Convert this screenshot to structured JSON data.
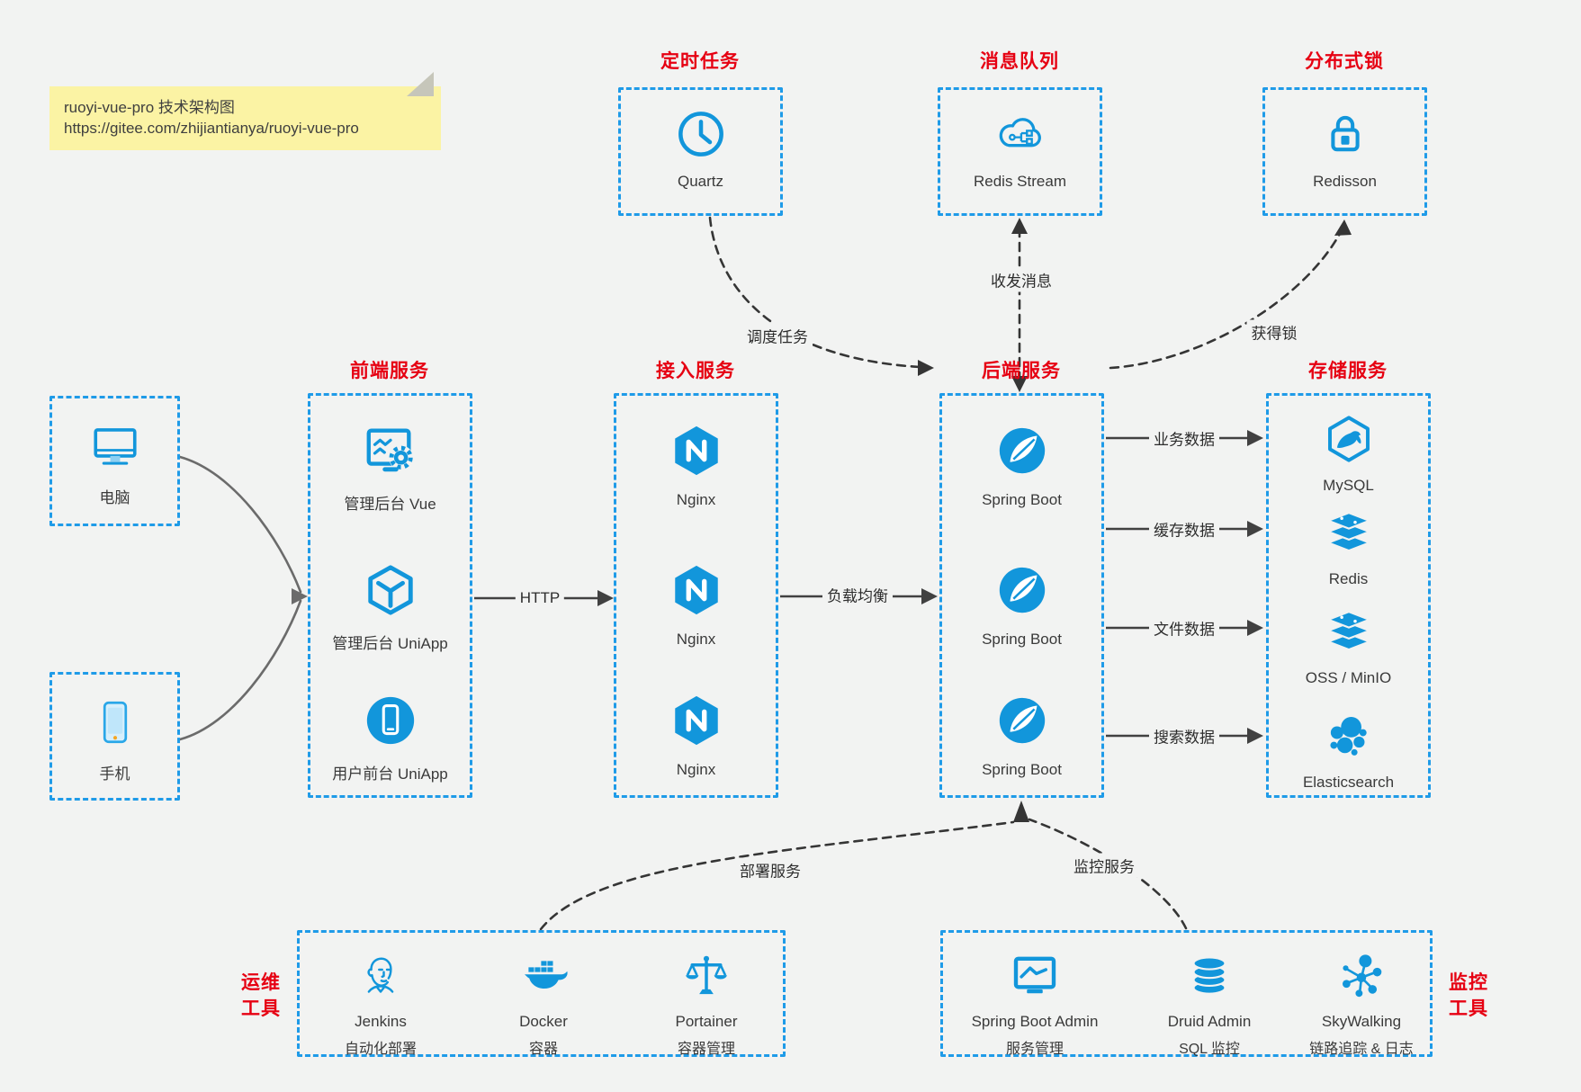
{
  "sticky_note": {
    "title": "ruoyi-vue-pro 技术架构图",
    "url": "https://gitee.com/zhijiantianya/ruoyi-vue-pro"
  },
  "colors": {
    "icon_blue": "#1296db",
    "border_blue": "#1f9be8",
    "title_red": "#e60012",
    "background": "#f2f3f2",
    "arrow_dark": "#3c3c3c",
    "client_line_gray": "#6b6b6b",
    "note_yellow": "#fbf3a4"
  },
  "top_services": [
    {
      "title": "定时任务",
      "label": "Quartz",
      "icon": "clock-icon"
    },
    {
      "title": "消息队列",
      "label": "Redis Stream",
      "icon": "cloud-stream-icon"
    },
    {
      "title": "分布式锁",
      "label": "Redisson",
      "icon": "lock-icon"
    }
  ],
  "clients": [
    {
      "label": "电脑",
      "icon": "desktop-icon"
    },
    {
      "label": "手机",
      "icon": "mobile-icon"
    }
  ],
  "service_columns": [
    {
      "title": "前端服务",
      "items": [
        {
          "label": "管理后台 Vue",
          "icon": "admin-vue-icon"
        },
        {
          "label": "管理后台 UniApp",
          "icon": "uniapp-icon"
        },
        {
          "label": "用户前台 UniApp",
          "icon": "user-app-icon"
        }
      ]
    },
    {
      "title": "接入服务",
      "items": [
        {
          "label": "Nginx",
          "icon": "nginx-icon"
        },
        {
          "label": "Nginx",
          "icon": "nginx-icon"
        },
        {
          "label": "Nginx",
          "icon": "nginx-icon"
        }
      ]
    },
    {
      "title": "后端服务",
      "items": [
        {
          "label": "Spring Boot",
          "icon": "spring-icon"
        },
        {
          "label": "Spring Boot",
          "icon": "spring-icon"
        },
        {
          "label": "Spring Boot",
          "icon": "spring-icon"
        }
      ]
    },
    {
      "title": "存储服务",
      "items": [
        {
          "label": "MySQL",
          "icon": "mysql-icon"
        },
        {
          "label": "Redis",
          "icon": "redis-stack-icon"
        },
        {
          "label": "OSS / MinIO",
          "icon": "redis-stack-icon"
        },
        {
          "label": "Elasticsearch",
          "icon": "elasticsearch-icon"
        }
      ]
    }
  ],
  "tool_boxes": [
    {
      "title_line1": "运维",
      "title_line2": "工具",
      "items": [
        {
          "name": "Jenkins",
          "desc": "自动化部署",
          "icon": "jenkins-icon"
        },
        {
          "name": "Docker",
          "desc": "容器",
          "icon": "docker-icon"
        },
        {
          "name": "Portainer",
          "desc": "容器管理",
          "icon": "portainer-icon"
        }
      ]
    },
    {
      "title_line1": "监控",
      "title_line2": "工具",
      "items": [
        {
          "name": "Spring Boot Admin",
          "desc": "服务管理",
          "icon": "spring-admin-icon"
        },
        {
          "name": "Druid Admin",
          "desc": "SQL 监控",
          "icon": "druid-icon"
        },
        {
          "name": "SkyWalking",
          "desc": "链路追踪 & 日志",
          "icon": "skywalking-icon"
        }
      ]
    }
  ],
  "edge_labels": {
    "http": "HTTP",
    "load_balance": "负载均衡",
    "schedule_task": "调度任务",
    "send_receive_message": "收发消息",
    "acquire_lock": "获得锁",
    "business_data": "业务数据",
    "cache_data": "缓存数据",
    "file_data": "文件数据",
    "search_data": "搜索数据",
    "deploy_service": "部署服务",
    "monitor_service": "监控服务"
  }
}
